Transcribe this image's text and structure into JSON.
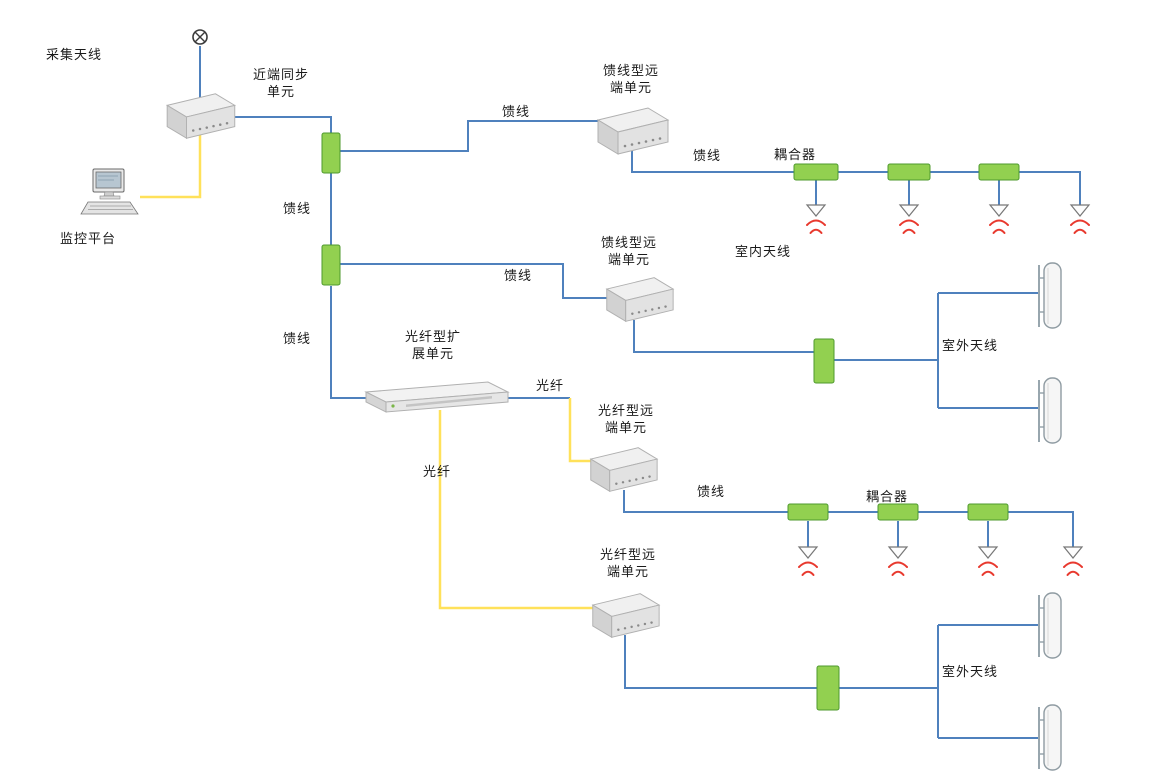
{
  "diagram": {
    "labels": {
      "collect_antenna": "采集天线",
      "monitor_platform": "监控平台",
      "near_end_sync_unit": "近端同步\n单元",
      "feeder_remote_unit": "馈线型远\n端单元",
      "fiber_expansion_unit": "光纤型扩\n展单元",
      "fiber_remote_unit": "光纤型远\n端单元",
      "feeder": "馈线",
      "fiber": "光纤",
      "coupler": "耦合器",
      "indoor_antenna": "室内天线",
      "outdoor_antenna": "室外天线"
    },
    "colors": {
      "feeder_line": "#4f81bd",
      "fiber_line": "#ffe15a",
      "coupler_fill": "#92d050",
      "coupler_border": "#4f9a2e",
      "signal_arc": "#e8392e",
      "text": "#1a1a1a",
      "background": "#ffffff"
    }
  }
}
